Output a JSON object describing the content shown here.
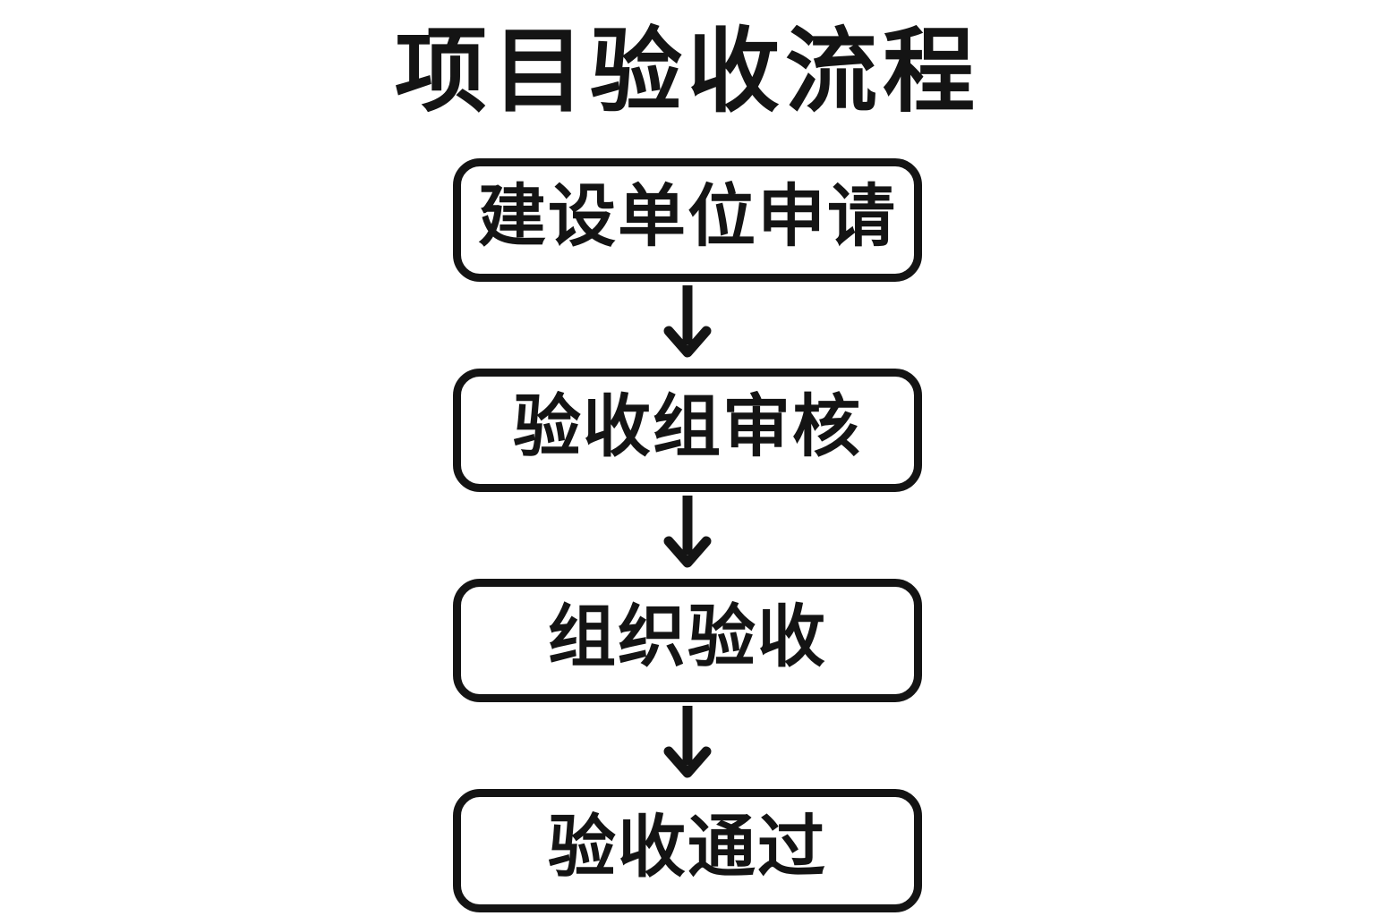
{
  "title": "项目验收流程",
  "flow": {
    "connector_icon": "down-arrow",
    "steps": [
      {
        "label": "建设单位申请"
      },
      {
        "label": "验收组审核"
      },
      {
        "label": "组织验收"
      },
      {
        "label": "验收通过"
      }
    ]
  },
  "colors": {
    "background": "#ffffff",
    "stroke": "#141414",
    "text": "#141414"
  }
}
